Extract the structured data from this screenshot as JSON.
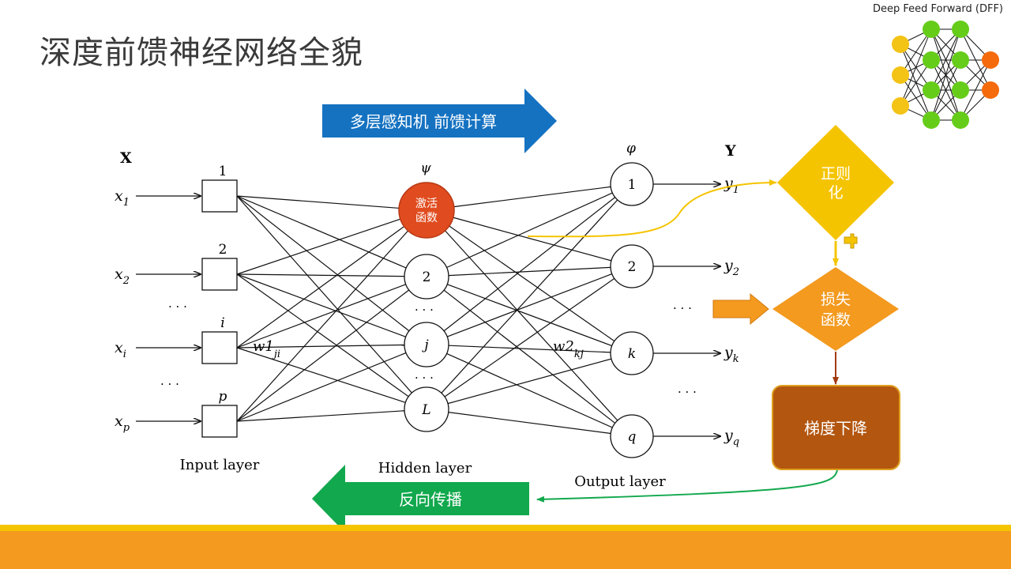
{
  "slide": {
    "title": "深度前馈神经网络全貌",
    "dff_caption": "Deep Feed Forward (DFF)"
  },
  "arrows": {
    "forward": "多层感知机 前馈计算",
    "backward": "反向传播"
  },
  "diagram": {
    "input_header": "X",
    "output_header": "Y",
    "hidden_symbol": "ψ",
    "output_symbol": "φ",
    "inputs": [
      {
        "x_base": "x",
        "x_sub": "1",
        "box": "1"
      },
      {
        "x_base": "x",
        "x_sub": "2",
        "box": "2"
      },
      {
        "x_base": "x",
        "x_sub": "i",
        "box": "i"
      },
      {
        "x_base": "x",
        "x_sub": "p",
        "box": "p"
      }
    ],
    "hidden": [
      "激活\n函数",
      "2",
      "j",
      "L"
    ],
    "outputs": [
      {
        "node": "1",
        "y_base": "y",
        "y_sub": "1"
      },
      {
        "node": "2",
        "y_base": "y",
        "y_sub": "2"
      },
      {
        "node": "k",
        "y_base": "y",
        "y_sub": "k"
      },
      {
        "node": "q",
        "y_base": "y",
        "y_sub": "q"
      }
    ],
    "weight1_base": "w1",
    "weight1_sub": "ji",
    "weight2_base": "w2",
    "weight2_sub": "kj",
    "ellipsis": "· · ·",
    "layer_labels": {
      "input": "Input layer",
      "hidden": "Hidden layer",
      "output": "Output layer"
    }
  },
  "flow": {
    "regularization": "正则\n化",
    "plus": "+",
    "loss": "损失\n函数",
    "gradient": "梯度下降"
  },
  "colors": {
    "forward_arrow": "#1572c1",
    "backward_arrow": "#12a84d",
    "activation_node": "#e04c1f",
    "diamond": "#f5c400",
    "loss_diamond": "#f39a1f",
    "gradient_box": "#b3560f",
    "dff_input": "#f3c316",
    "dff_hidden": "#66cc1a",
    "dff_output": "#f56a0a"
  }
}
